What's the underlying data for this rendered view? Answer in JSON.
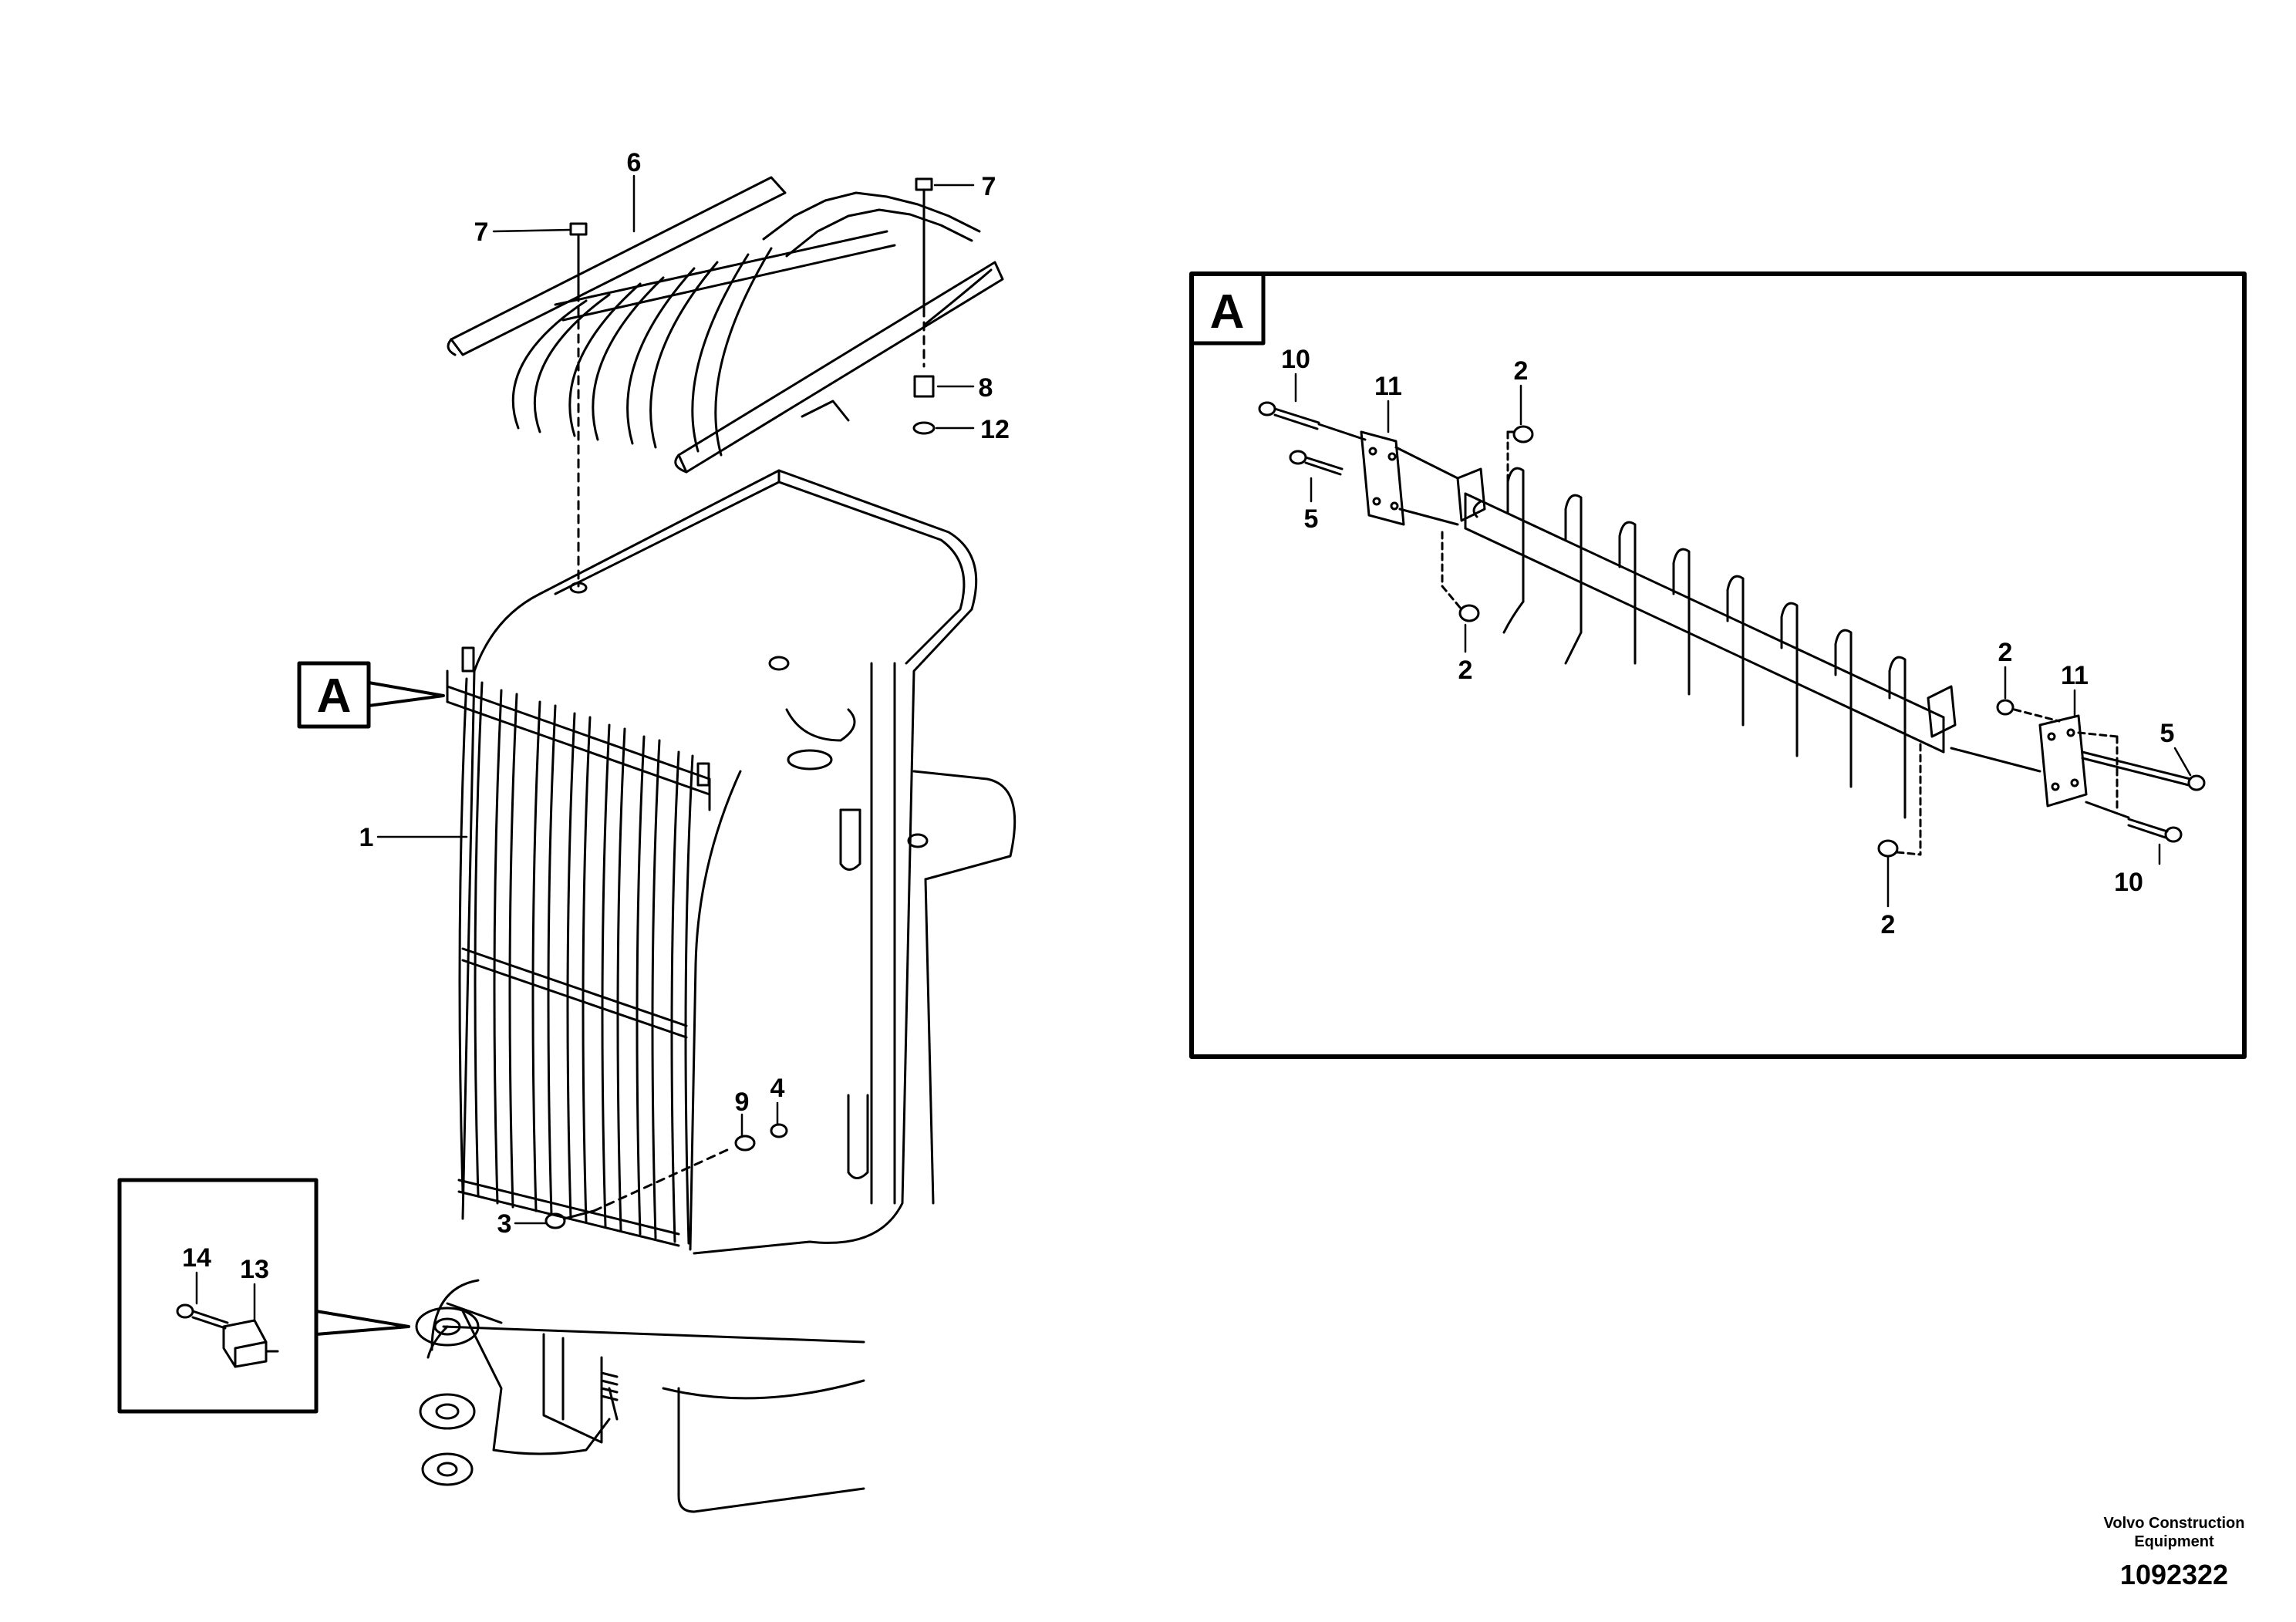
{
  "callouts": {
    "main_view_flag": "A",
    "detail_box_title": "A"
  },
  "part_labels": {
    "l1": "1",
    "l3": "3",
    "l4": "4",
    "l6": "6",
    "l7a": "7",
    "l7b": "7",
    "l8": "8",
    "l9": "9",
    "l12": "12",
    "l13": "13",
    "l14": "14",
    "d10a": "10",
    "d11a": "11",
    "d2a": "2",
    "d5a": "5",
    "d2b": "2",
    "d2c": "2",
    "d11b": "11",
    "d5b": "5",
    "d2d": "2",
    "d10b": "10"
  },
  "footer": {
    "brand_line1": "Volvo Construction",
    "brand_line2": "Equipment",
    "drawing_number": "1092322"
  }
}
